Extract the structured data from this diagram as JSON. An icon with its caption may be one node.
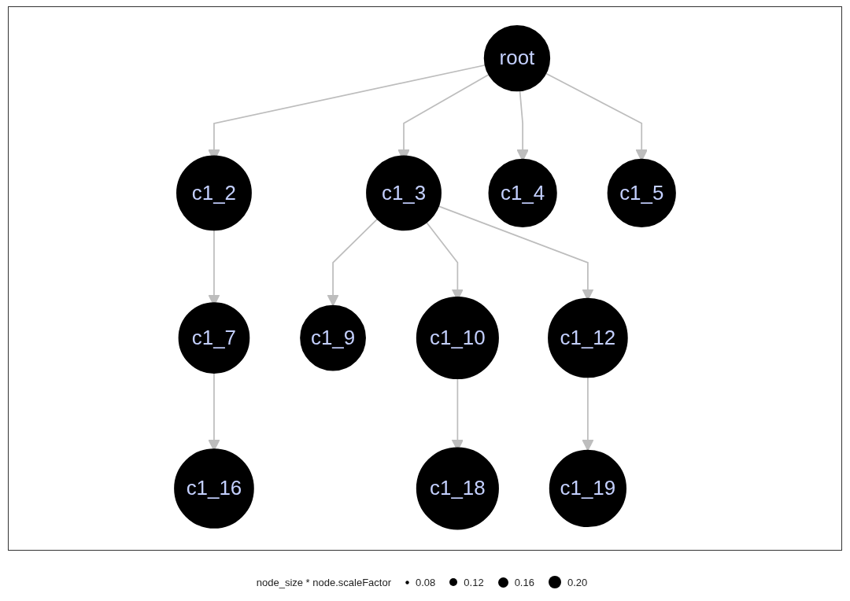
{
  "diagram": {
    "nodes": [
      {
        "text": [
          "root"
        ]
      },
      {
        "text": [
          "c1_2"
        ]
      },
      {
        "text": [
          "c1_3"
        ]
      },
      {
        "text": [
          "c1_4"
        ]
      },
      {
        "text": [
          "c1_5"
        ]
      },
      {
        "text": [
          "c1_7"
        ]
      },
      {
        "text": [
          "c1_9"
        ]
      },
      {
        "text": [
          "c1_10"
        ]
      },
      {
        "text": [
          "c1_12"
        ]
      },
      {
        "text": [
          "c1_16"
        ]
      },
      {
        "text": [
          "c1_18"
        ]
      },
      {
        "text": [
          "c1_19"
        ]
      }
    ],
    "edges": [
      {
        "from": 0,
        "to": 1,
        "arrow": "to"
      },
      {
        "from": 0,
        "to": 2,
        "arrow": "to"
      },
      {
        "from": 0,
        "to": 3,
        "arrow": "to"
      },
      {
        "from": 0,
        "to": 4,
        "arrow": "to"
      },
      {
        "from": 1,
        "to": 5,
        "arrow": "to"
      },
      {
        "from": 2,
        "to": 6,
        "arrow": "to"
      },
      {
        "from": 2,
        "to": 7,
        "arrow": "to"
      },
      {
        "from": 2,
        "to": 8,
        "arrow": "to"
      },
      {
        "from": 5,
        "to": 9,
        "arrow": "to"
      },
      {
        "from": 7,
        "to": 10,
        "arrow": "to"
      },
      {
        "from": 8,
        "to": 11,
        "arrow": "to"
      }
    ],
    "labels": [
      "node_size * node.scaleFactor"
    ],
    "legend": [
      {
        "text": "0.08"
      },
      {
        "text": "0.12"
      },
      {
        "text": "0.16"
      },
      {
        "text": "0.20"
      }
    ]
  }
}
